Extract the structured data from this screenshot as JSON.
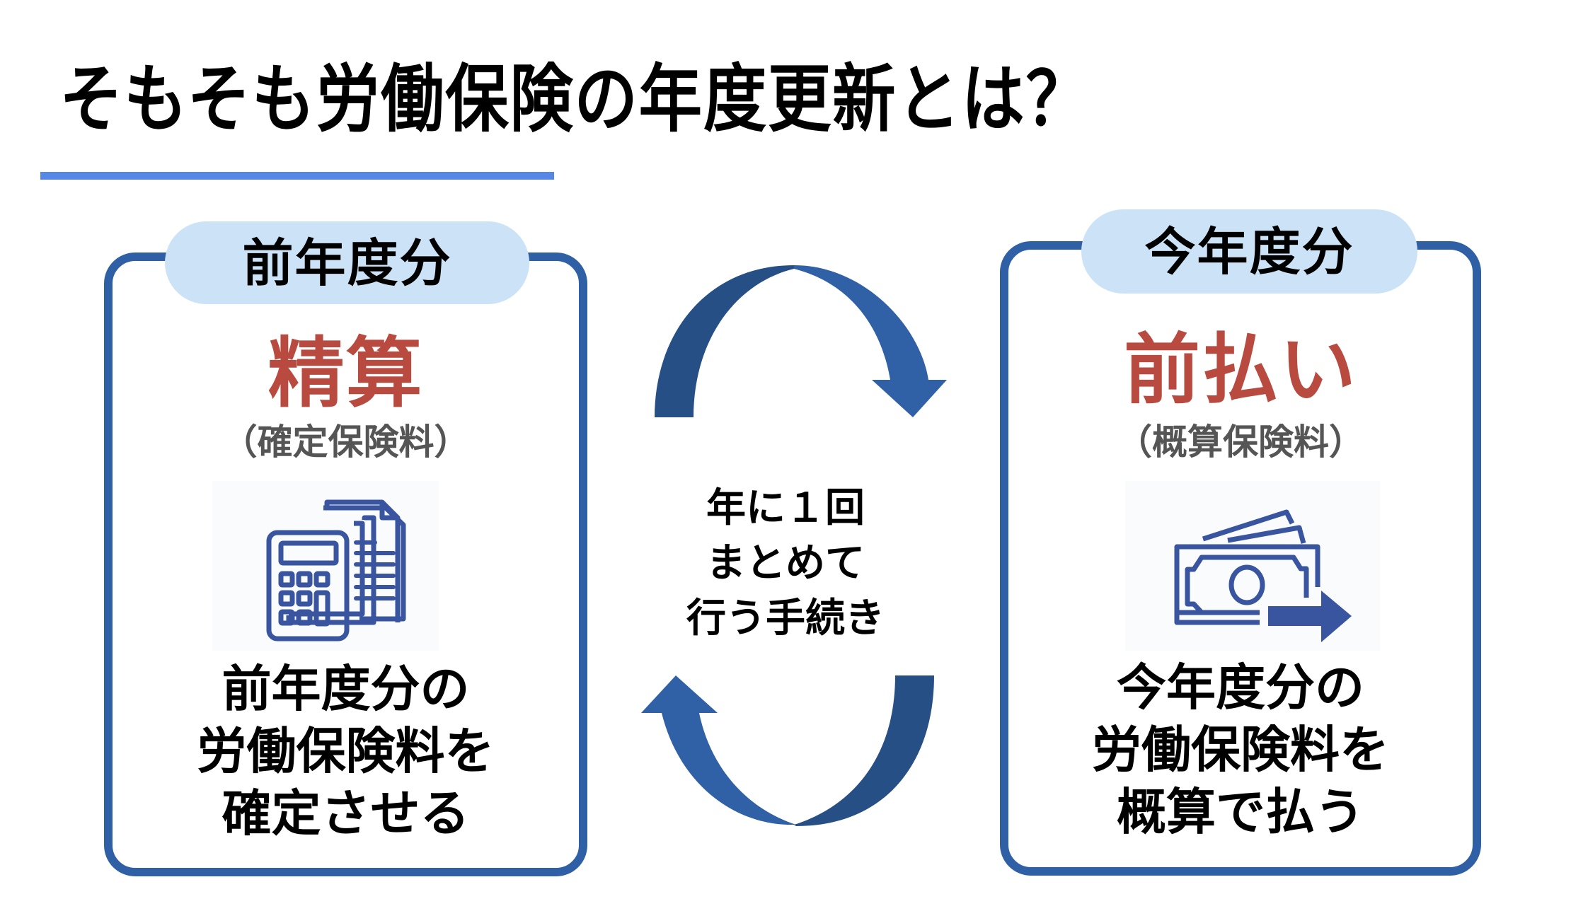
{
  "title": "そもそも労働保険の年度更新とは？",
  "colors": {
    "accent_underline": "#5487e6",
    "box_border": "#2f5fa5",
    "pill_bg": "#cce3f7",
    "heading_red": "#b84a3f",
    "arrow_dark": "#264f86",
    "arrow_light": "#3060a6",
    "icon_blue": "#3a55a0"
  },
  "left_panel": {
    "pill_label": "前年度分",
    "heading": "精算",
    "subheading": "（確定保険料）",
    "icon": "calculator-document-icon",
    "description": "前年度分の\n労働保険料を\n確定させる"
  },
  "right_panel": {
    "pill_label": "今年度分",
    "heading": "前払い",
    "subheading": "（概算保険料）",
    "icon": "money-transfer-icon",
    "description": "今年度分の\n労働保険料を\n概算で払う"
  },
  "center": {
    "text": "年に１回\nまとめて\n行う手続き",
    "top_arrow": "curved-arrow-right-icon",
    "bottom_arrow": "curved-arrow-left-icon"
  }
}
